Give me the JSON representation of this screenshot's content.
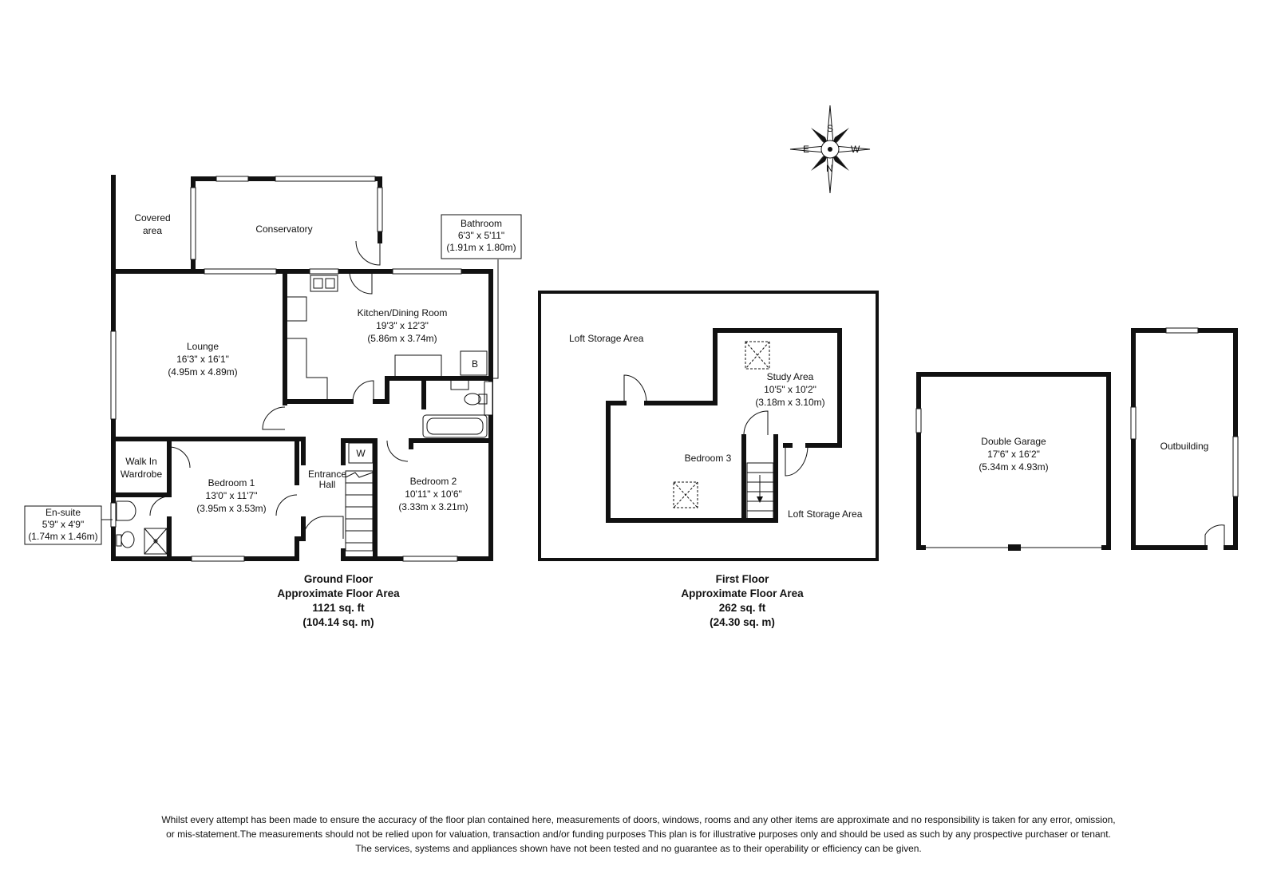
{
  "compass": {
    "s": "S",
    "e": "E",
    "w": "W",
    "n": "N"
  },
  "ground_floor": {
    "rooms": {
      "covered_area": {
        "line1": "Covered",
        "line2": "area"
      },
      "conservatory": {
        "name": "Conservatory"
      },
      "bathroom": {
        "name": "Bathroom",
        "imperial": "6'3\" x 5'11\"",
        "metric": "(1.91m x 1.80m)"
      },
      "lounge": {
        "name": "Lounge",
        "imperial": "16'3\" x 16'1\"",
        "metric": "(4.95m x 4.89m)"
      },
      "kitchen": {
        "name": "Kitchen/Dining Room",
        "imperial": "19'3\" x 12'3\"",
        "metric": "(5.86m x 3.74m)"
      },
      "boiler": {
        "name": "B"
      },
      "wardrobe": {
        "line1": "Walk In",
        "line2": "Wardrobe"
      },
      "w_cupboard": {
        "name": "W"
      },
      "entrance_hall": {
        "line1": "Entrance",
        "line2": "Hall"
      },
      "bedroom1": {
        "name": "Bedroom 1",
        "imperial": "13'0\" x 11'7\"",
        "metric": "(3.95m x 3.53m)"
      },
      "bedroom2": {
        "name": "Bedroom 2",
        "imperial": "10'11\" x 10'6\"",
        "metric": "(3.33m x 3.21m)"
      },
      "ensuite": {
        "name": "En-suite",
        "imperial": "5'9\" x 4'9\"",
        "metric": "(1.74m x 1.46m)"
      }
    },
    "caption": {
      "line1": "Ground Floor",
      "line2": "Approximate Floor Area",
      "line3": "1121 sq. ft",
      "line4": "(104.14 sq. m)"
    }
  },
  "first_floor": {
    "rooms": {
      "loft_storage_top": {
        "name": "Loft Storage Area"
      },
      "study": {
        "name": "Study Area",
        "imperial": "10'5\" x 10'2\"",
        "metric": "(3.18m x 3.10m)"
      },
      "bedroom3": {
        "name": "Bedroom 3"
      },
      "loft_storage_bottom": {
        "name": "Loft Storage Area"
      }
    },
    "caption": {
      "line1": "First Floor",
      "line2": "Approximate Floor Area",
      "line3": "262 sq. ft",
      "line4": "(24.30 sq. m)"
    }
  },
  "garage": {
    "name": "Double Garage",
    "imperial": "17'6\" x 16'2\"",
    "metric": "(5.34m x 4.93m)"
  },
  "outbuilding": {
    "name": "Outbuilding"
  },
  "disclaimer": {
    "line1": "Whilst every attempt has been made to ensure the accuracy of the floor plan contained here, measurements of doors, windows, rooms and any other items are approximate and no responsibility is taken for any error, omission,",
    "line2": "or mis-statement.The measurements should not be relied upon for valuation, transaction and/or funding purposes This plan is for illustrative purposes only and should be used as such by any prospective purchaser or tenant.",
    "line3": "The services, systems and appliances shown have not been tested and no guarantee as to their operability or efficiency can be given."
  }
}
